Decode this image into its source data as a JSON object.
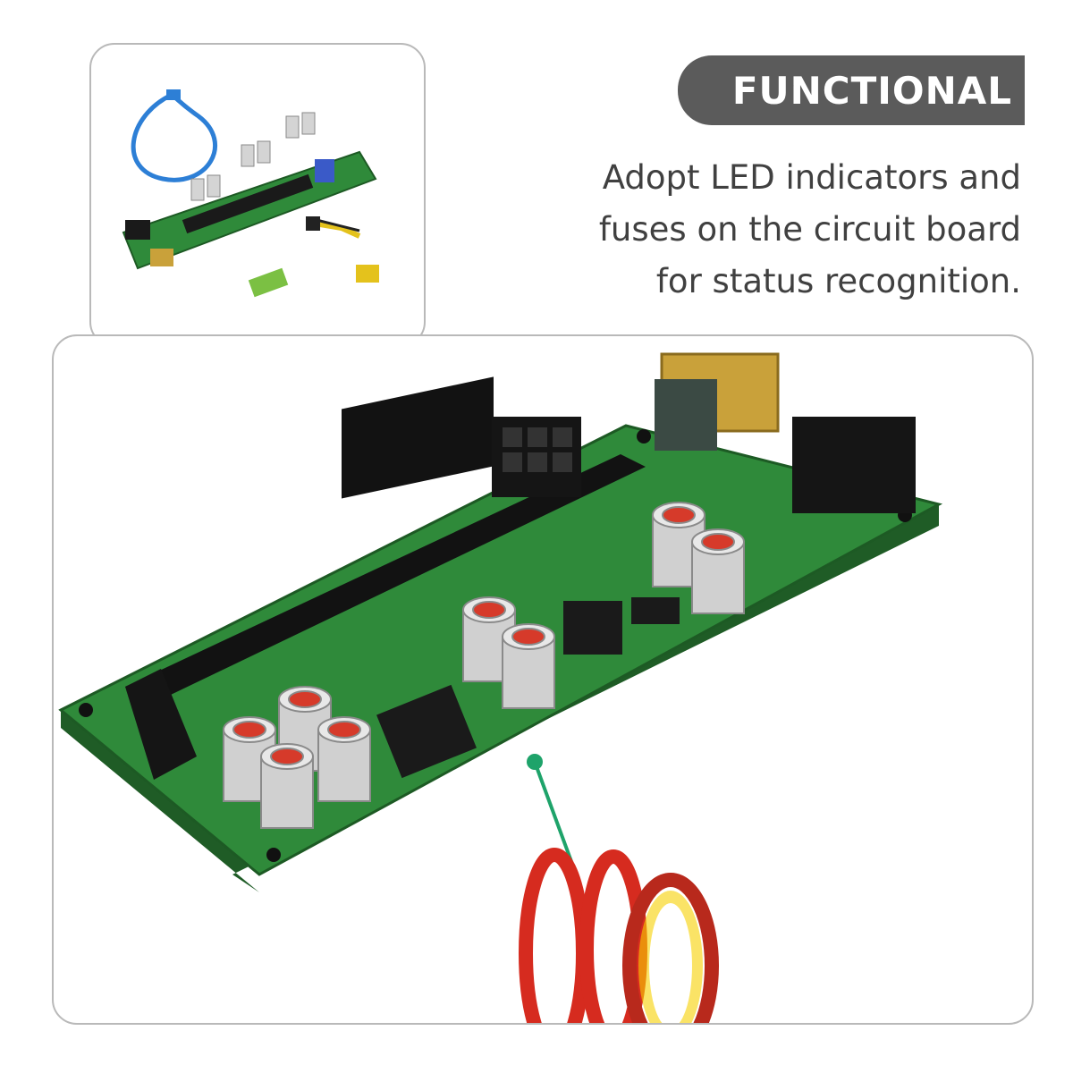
{
  "title": "FUNCTIONAL",
  "description_lines": [
    "Adopt LED indicators and",
    "fuses on the circuit board",
    "for status recognition."
  ],
  "colors": {
    "banner": "#5b5b5b",
    "pcb": "#2f8a3a",
    "pointer": "#1ea36a",
    "tape": "#d62b1f"
  },
  "icons": [
    "pcie-riser-board-photo",
    "riser-kit-photo",
    "double-sided-tape-photo"
  ]
}
